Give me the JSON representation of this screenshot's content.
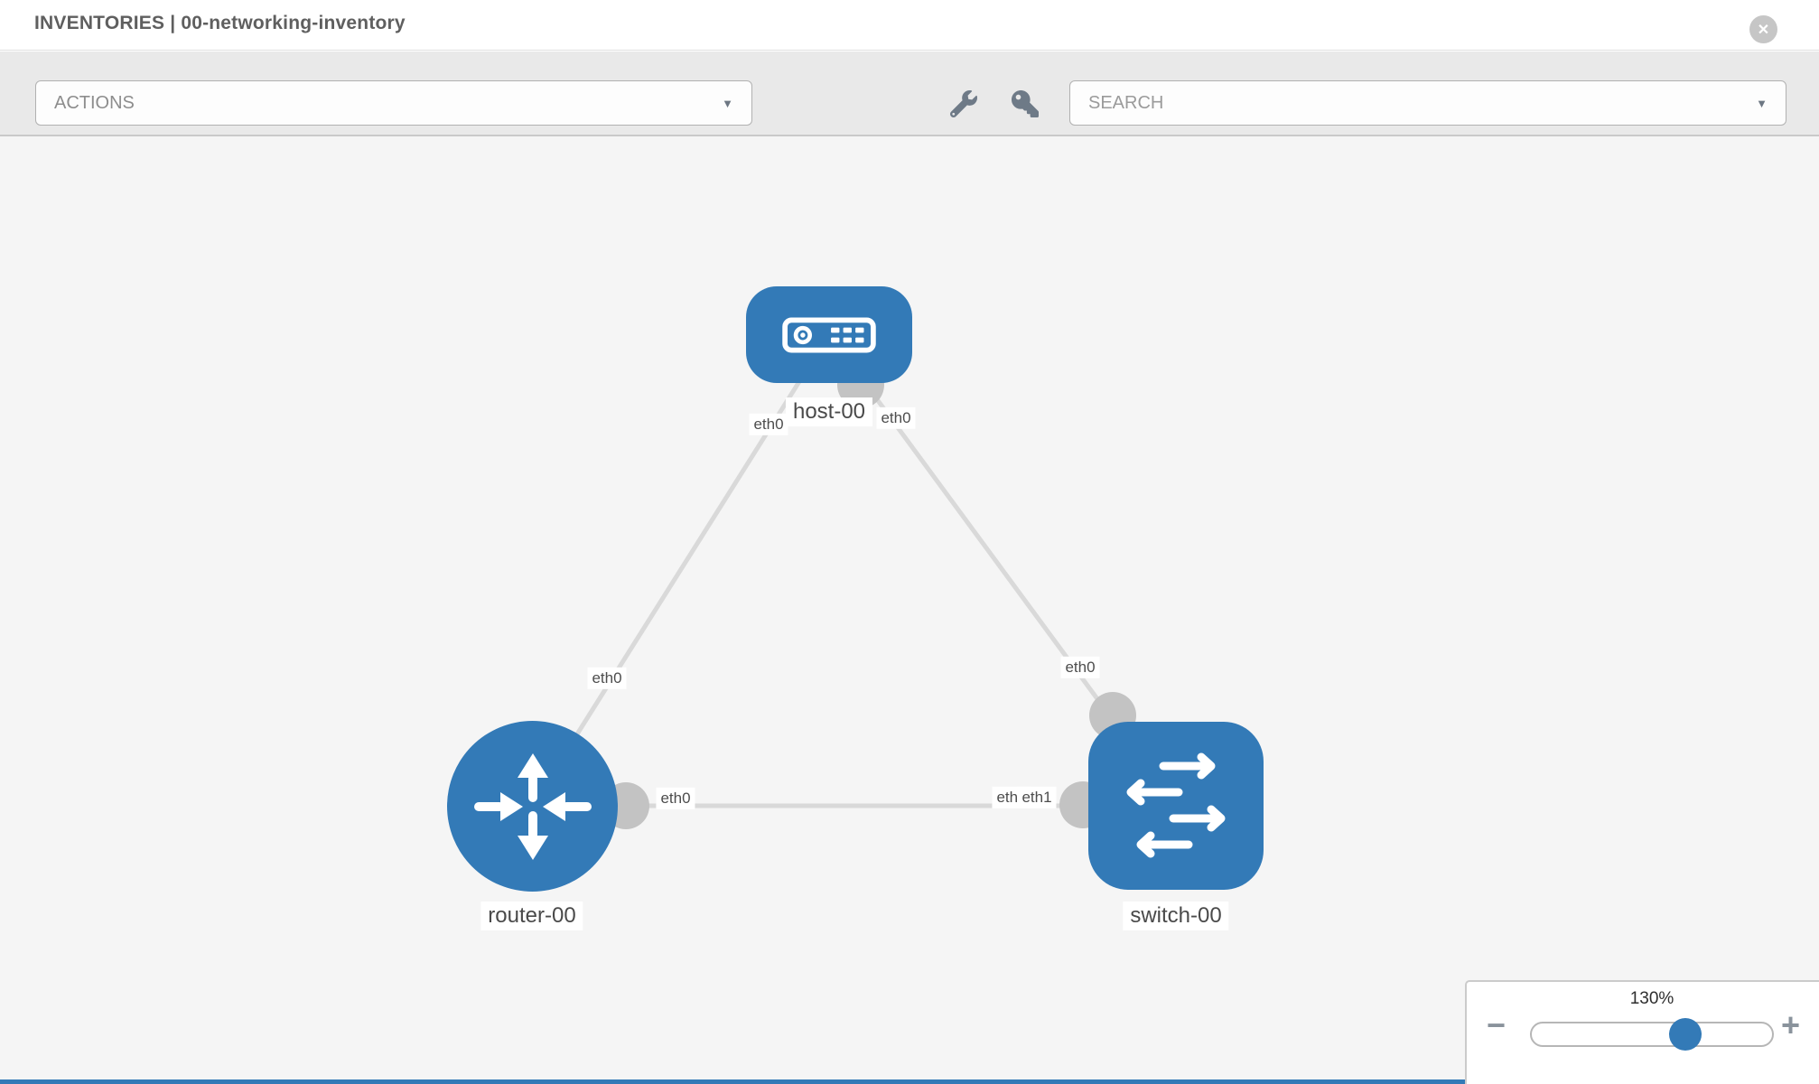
{
  "header": {
    "title": "INVENTORIES | 00-networking-inventory"
  },
  "toolbar": {
    "actions_label": "ACTIONS",
    "search_label": "SEARCH"
  },
  "icons": {
    "close": "✕",
    "caret": "▼"
  },
  "diagram": {
    "nodes": [
      {
        "name": "host-00",
        "kind": "host"
      },
      {
        "name": "router-00",
        "kind": "router"
      },
      {
        "name": "switch-00",
        "kind": "switch"
      }
    ],
    "links": [
      {
        "source": "host-00",
        "source_interface": "eth0",
        "target": "router-00",
        "target_interface": "eth0"
      },
      {
        "source": "host-00",
        "source_interface": "eth0",
        "target": "switch-00",
        "target_interface": "eth0"
      },
      {
        "source": "router-00",
        "source_interface": "eth0",
        "target": "switch-00",
        "target_interface": "eth1",
        "target_interface_overlapped": "eth0"
      }
    ]
  },
  "zoom": {
    "level": "130%",
    "decrease": "−",
    "increase": "+"
  },
  "colors": {
    "node_blue": "#337ab7",
    "link_gray": "#d9d9d9",
    "port_gray": "#c3c3c3",
    "canvas_bg": "#f5f5f5"
  }
}
